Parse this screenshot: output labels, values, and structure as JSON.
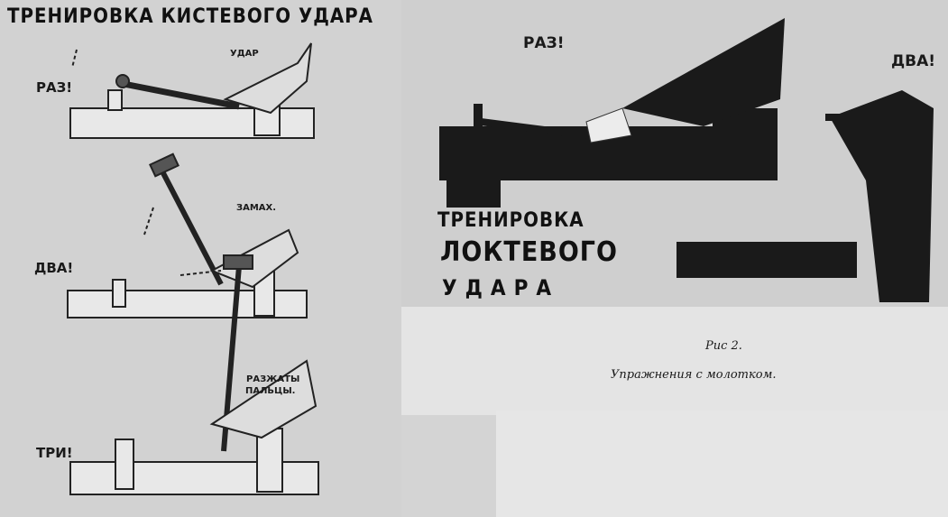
{
  "left_panel": {
    "title": "ТРЕНИРОВКА КИСТЕВОГО УДАРА",
    "steps": [
      {
        "count": "РАЗ!",
        "note": "УДАР"
      },
      {
        "count": "ДВА!",
        "note": "ЗАМАХ."
      },
      {
        "count": "ТРИ!",
        "note_line1": "РАЗЖАТЫ",
        "note_line2": "ПАЛЬЦЫ."
      }
    ]
  },
  "right_panel": {
    "count_one": "РАЗ!",
    "count_two": "ДВА!",
    "title_line1": "ТРЕНИРОВКА",
    "title_line2": "ЛОКТЕВОГО",
    "title_line3": "УДАРА"
  },
  "caption": {
    "figure": "Рис 2.",
    "text": "Упражнения с молотком."
  }
}
